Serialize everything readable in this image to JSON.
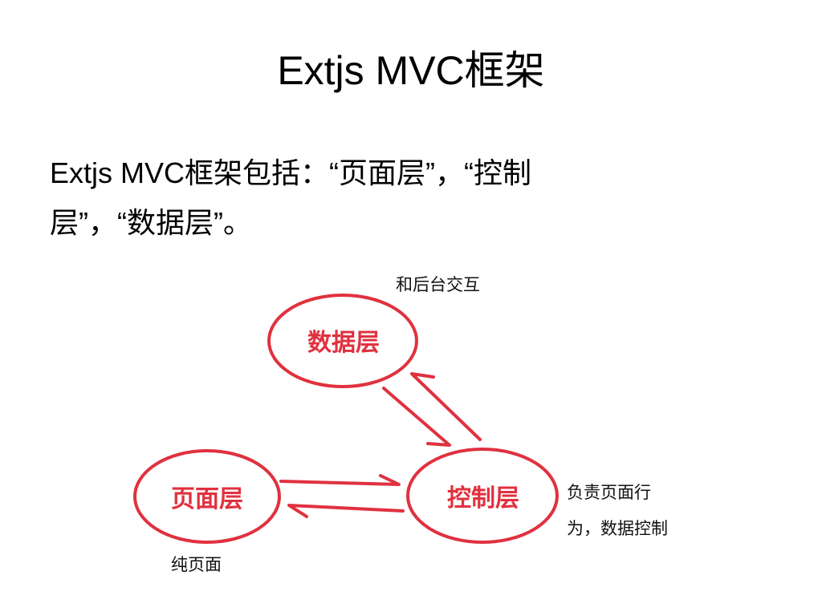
{
  "slide": {
    "title": "Extjs MVC框架",
    "body_line_1": "Extjs MVC框架包括：“页面层”，“控制",
    "body_line_2": "层”，“数据层”。"
  },
  "diagram": {
    "accent_color": "#e0313f",
    "nodes": {
      "data_layer": "数据层",
      "control_layer": "控制层",
      "page_layer": "页面层"
    },
    "notes": {
      "data_layer": "和后台交互",
      "control_layer_line_1": "负责页面行",
      "control_layer_line_2": "为，数据控制",
      "page_layer": "纯页面"
    }
  }
}
